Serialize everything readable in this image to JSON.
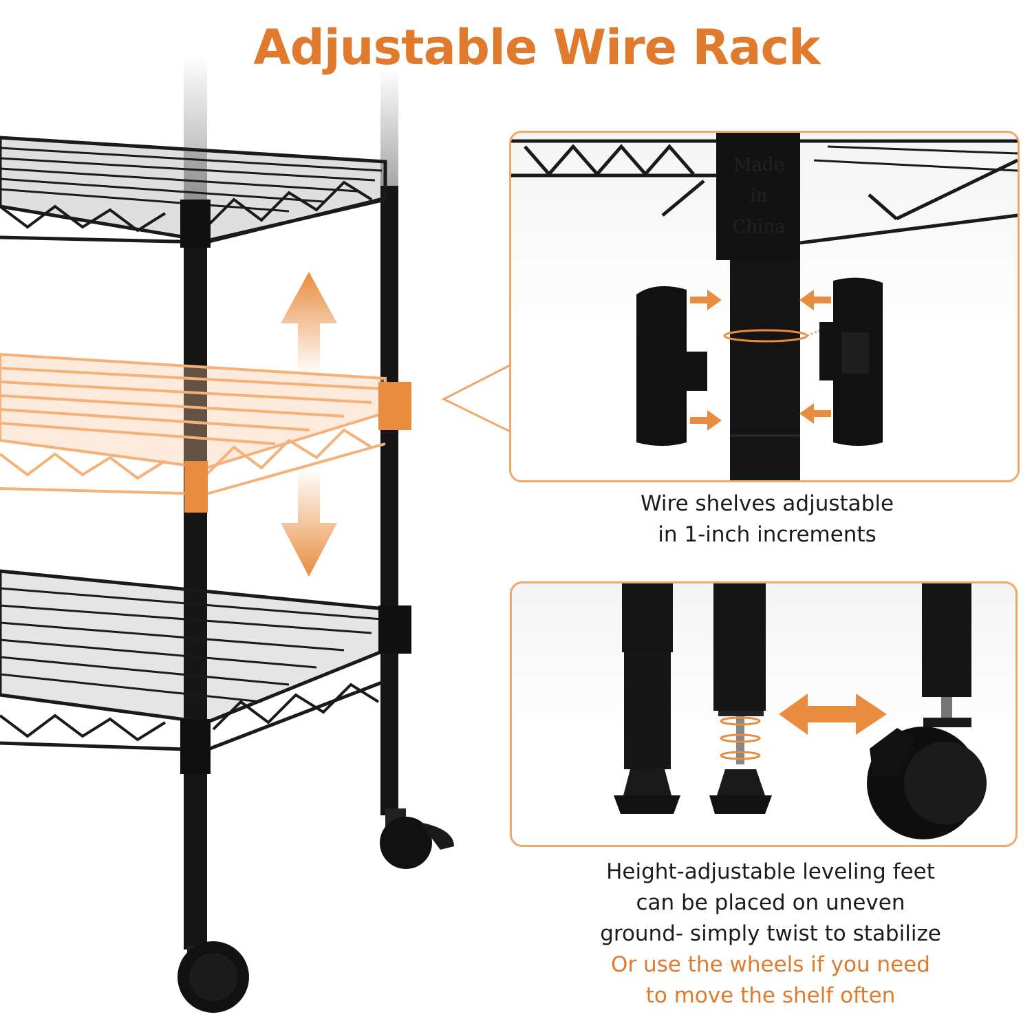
{
  "title": "Adjustable Wire Rack",
  "panel_top": {
    "emboss": [
      "Made",
      "in",
      "China"
    ],
    "caption": [
      "Wire shelves adjustable",
      "in 1-inch increments"
    ]
  },
  "panel_bottom": {
    "caption": [
      "Height-adjustable leveling feet",
      "can be placed on uneven",
      "ground- simply twist to stabilize"
    ],
    "caption_highlight": [
      "Or use the wheels if you need",
      "to move the shelf often"
    ]
  },
  "colors": {
    "accent": "#e07a2c",
    "accent_light": "#f0a76a",
    "metal": "#141414",
    "text": "#1b1b1b"
  }
}
